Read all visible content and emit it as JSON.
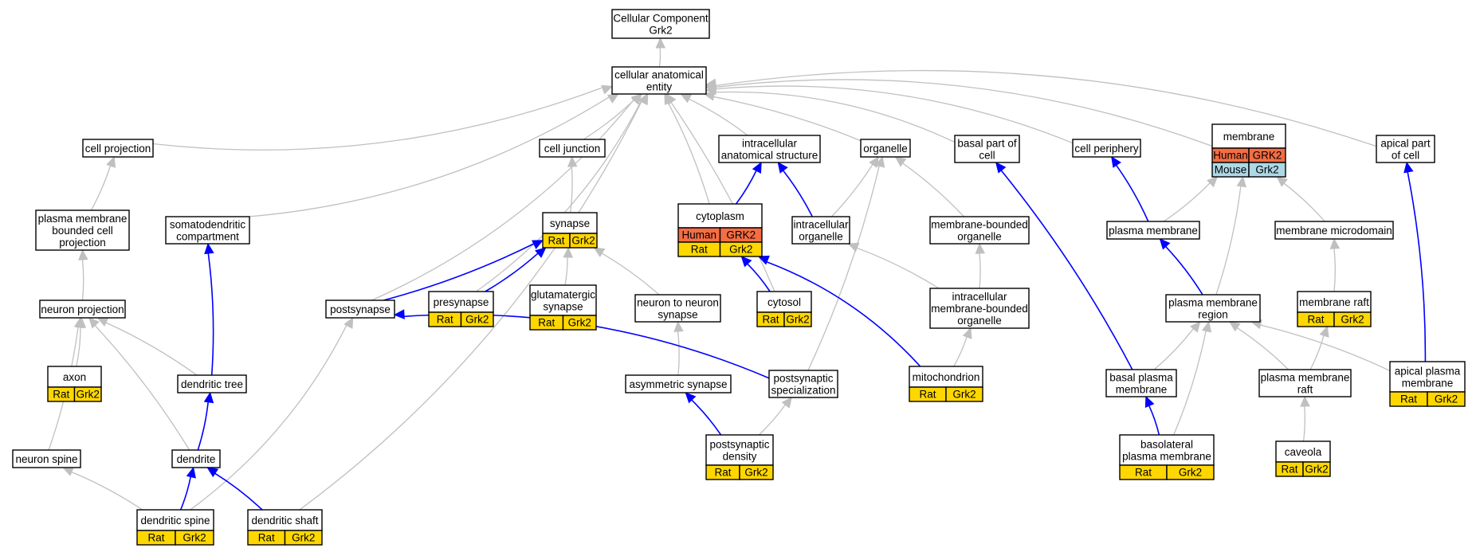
{
  "colors": {
    "rat": "#ffd700",
    "human": "#f46d43",
    "mouse": "#add8e6",
    "grey_edge": "#c0c0c0",
    "blue_edge": "#0000ff"
  },
  "nodes": [
    {
      "id": "cc",
      "lines": [
        "Cellular Component",
        "Grk2"
      ]
    },
    {
      "id": "cae",
      "lines": [
        "cellular anatomical",
        "entity"
      ]
    },
    {
      "id": "cellproj",
      "lines": [
        "cell projection"
      ]
    },
    {
      "id": "celljunction",
      "lines": [
        "cell junction"
      ]
    },
    {
      "id": "ias",
      "lines": [
        "intracellular",
        "anatomical structure"
      ]
    },
    {
      "id": "organelle",
      "lines": [
        "organelle"
      ]
    },
    {
      "id": "basalpart",
      "lines": [
        "basal part of",
        "cell"
      ]
    },
    {
      "id": "cellperiph",
      "lines": [
        "cell periphery"
      ]
    },
    {
      "id": "membrane",
      "lines": [
        "membrane"
      ],
      "cells": [
        [
          "Human",
          "GRK2"
        ],
        [
          "Mouse",
          "Grk2"
        ]
      ]
    },
    {
      "id": "apicalpart",
      "lines": [
        "apical part",
        "of cell"
      ]
    },
    {
      "id": "pmbcp",
      "lines": [
        "plasma membrane",
        "bounded cell",
        "projection"
      ]
    },
    {
      "id": "somato",
      "lines": [
        "somatodendritic",
        "compartment"
      ]
    },
    {
      "id": "synapse",
      "lines": [
        "synapse"
      ],
      "cells": [
        [
          "Rat",
          "Grk2"
        ]
      ]
    },
    {
      "id": "cytoplasm",
      "lines": [
        "cytoplasm"
      ],
      "cells": [
        [
          "Human",
          "GRK2"
        ],
        [
          "Rat",
          "Grk2"
        ]
      ]
    },
    {
      "id": "intraorg",
      "lines": [
        "intracellular",
        "organelle"
      ]
    },
    {
      "id": "mbo",
      "lines": [
        "membrane-bounded",
        "organelle"
      ]
    },
    {
      "id": "pm",
      "lines": [
        "plasma membrane"
      ]
    },
    {
      "id": "memmicro",
      "lines": [
        "membrane microdomain"
      ]
    },
    {
      "id": "neuronproj",
      "lines": [
        "neuron projection"
      ]
    },
    {
      "id": "postsynapse",
      "lines": [
        "postsynapse"
      ]
    },
    {
      "id": "presynapse",
      "lines": [
        "presynapse"
      ],
      "cells": [
        [
          "Rat",
          "Grk2"
        ]
      ]
    },
    {
      "id": "glut",
      "lines": [
        "glutamatergic",
        "synapse"
      ],
      "cells": [
        [
          "Rat",
          "Grk2"
        ]
      ]
    },
    {
      "id": "n2n",
      "lines": [
        "neuron to neuron",
        "synapse"
      ]
    },
    {
      "id": "cytosol",
      "lines": [
        "cytosol"
      ],
      "cells": [
        [
          "Rat",
          "Grk2"
        ]
      ]
    },
    {
      "id": "imbo",
      "lines": [
        "intracellular",
        "membrane-bounded",
        "organelle"
      ]
    },
    {
      "id": "pmregion",
      "lines": [
        "plasma membrane",
        "region"
      ]
    },
    {
      "id": "memraft",
      "lines": [
        "membrane raft"
      ],
      "cells": [
        [
          "Rat",
          "Grk2"
        ]
      ]
    },
    {
      "id": "axon",
      "lines": [
        "axon"
      ],
      "cells": [
        [
          "Rat",
          "Grk2"
        ]
      ]
    },
    {
      "id": "dtree",
      "lines": [
        "dendritic tree"
      ]
    },
    {
      "id": "asym",
      "lines": [
        "asymmetric synapse"
      ]
    },
    {
      "id": "pss",
      "lines": [
        "postsynaptic",
        "specialization"
      ]
    },
    {
      "id": "mito",
      "lines": [
        "mitochondrion"
      ],
      "cells": [
        [
          "Rat",
          "Grk2"
        ]
      ]
    },
    {
      "id": "basalpm",
      "lines": [
        "basal plasma",
        "membrane"
      ]
    },
    {
      "id": "pmraft",
      "lines": [
        "plasma membrane",
        "raft"
      ]
    },
    {
      "id": "apicalpm",
      "lines": [
        "apical plasma",
        "membrane"
      ],
      "cells": [
        [
          "Rat",
          "Grk2"
        ]
      ]
    },
    {
      "id": "neuronspine",
      "lines": [
        "neuron spine"
      ]
    },
    {
      "id": "dendrite",
      "lines": [
        "dendrite"
      ]
    },
    {
      "id": "psd",
      "lines": [
        "postsynaptic",
        "density"
      ],
      "cells": [
        [
          "Rat",
          "Grk2"
        ]
      ]
    },
    {
      "id": "basolat",
      "lines": [
        "basolateral",
        "plasma membrane"
      ],
      "cells": [
        [
          "Rat",
          "Grk2"
        ]
      ]
    },
    {
      "id": "caveola",
      "lines": [
        "caveola"
      ],
      "cells": [
        [
          "Rat",
          "Grk2"
        ]
      ]
    },
    {
      "id": "dspine",
      "lines": [
        "dendritic spine"
      ],
      "cells": [
        [
          "Rat",
          "Grk2"
        ]
      ]
    },
    {
      "id": "dshaft",
      "lines": [
        "dendritic shaft"
      ],
      "cells": [
        [
          "Rat",
          "Grk2"
        ]
      ]
    }
  ]
}
